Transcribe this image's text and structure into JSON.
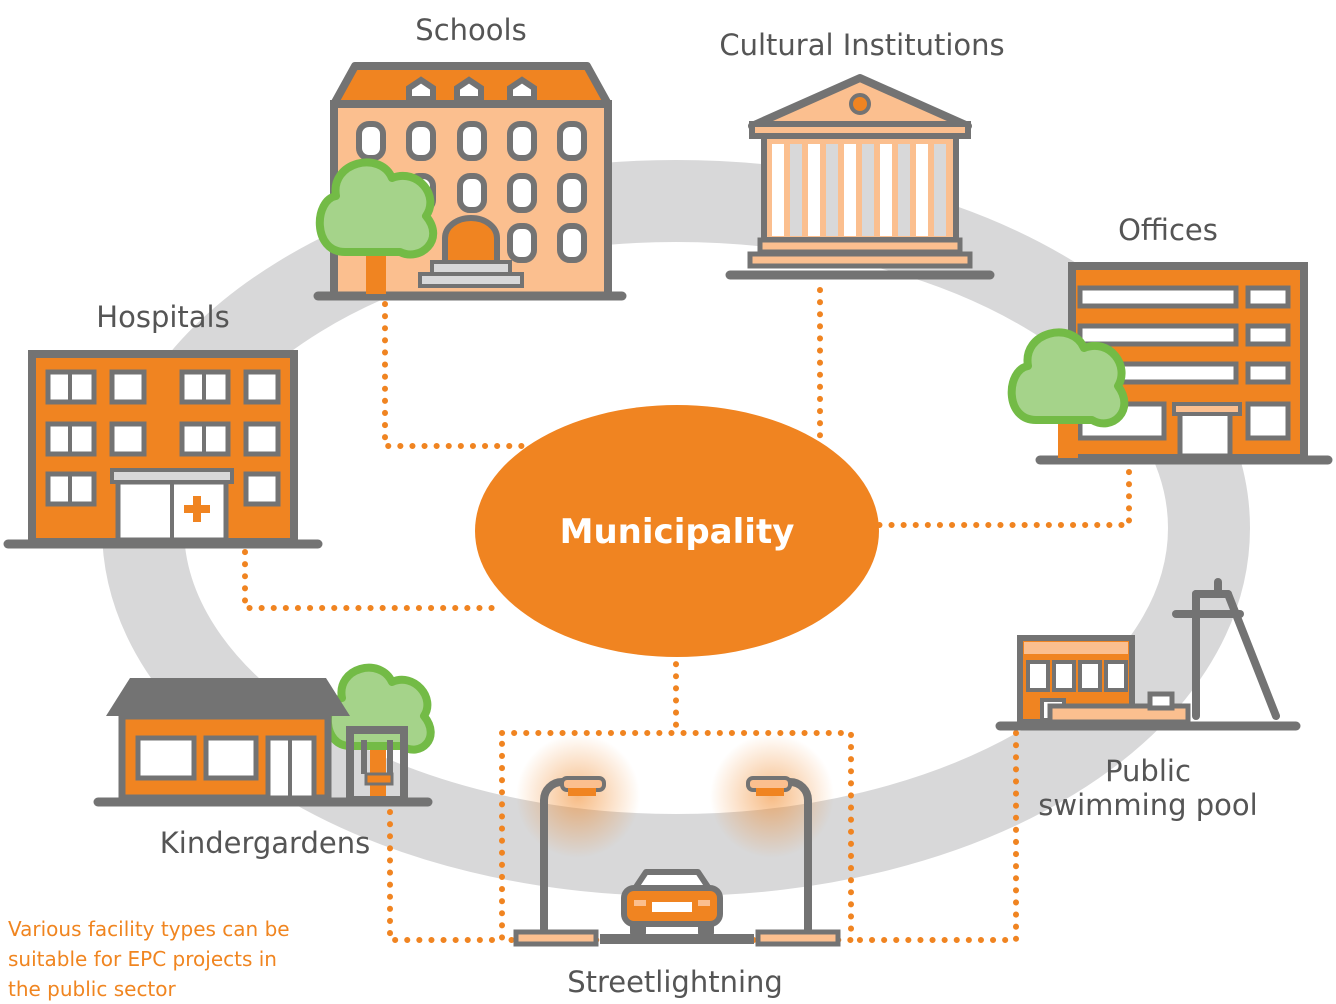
{
  "center": {
    "label": "Municipality"
  },
  "facilities": {
    "schools": "Schools",
    "cultural": "Cultural Institutions",
    "offices": "Offices",
    "hospitals": "Hospitals",
    "pool_line1": "Public",
    "pool_line2": "swimming pool",
    "kindergardens": "Kindergardens",
    "streetlightning": "Streetlightning"
  },
  "note": {
    "line1": "Various facility types can be",
    "line2": "suitable for EPC projects in",
    "line3": "the public sector"
  },
  "colors": {
    "orange": "#f08421",
    "light_orange": "#fbbf8f",
    "gray": "#737373",
    "ring": "#d8d8d9",
    "tree_fill": "#a5d38a",
    "tree_outline": "#73bb46"
  }
}
